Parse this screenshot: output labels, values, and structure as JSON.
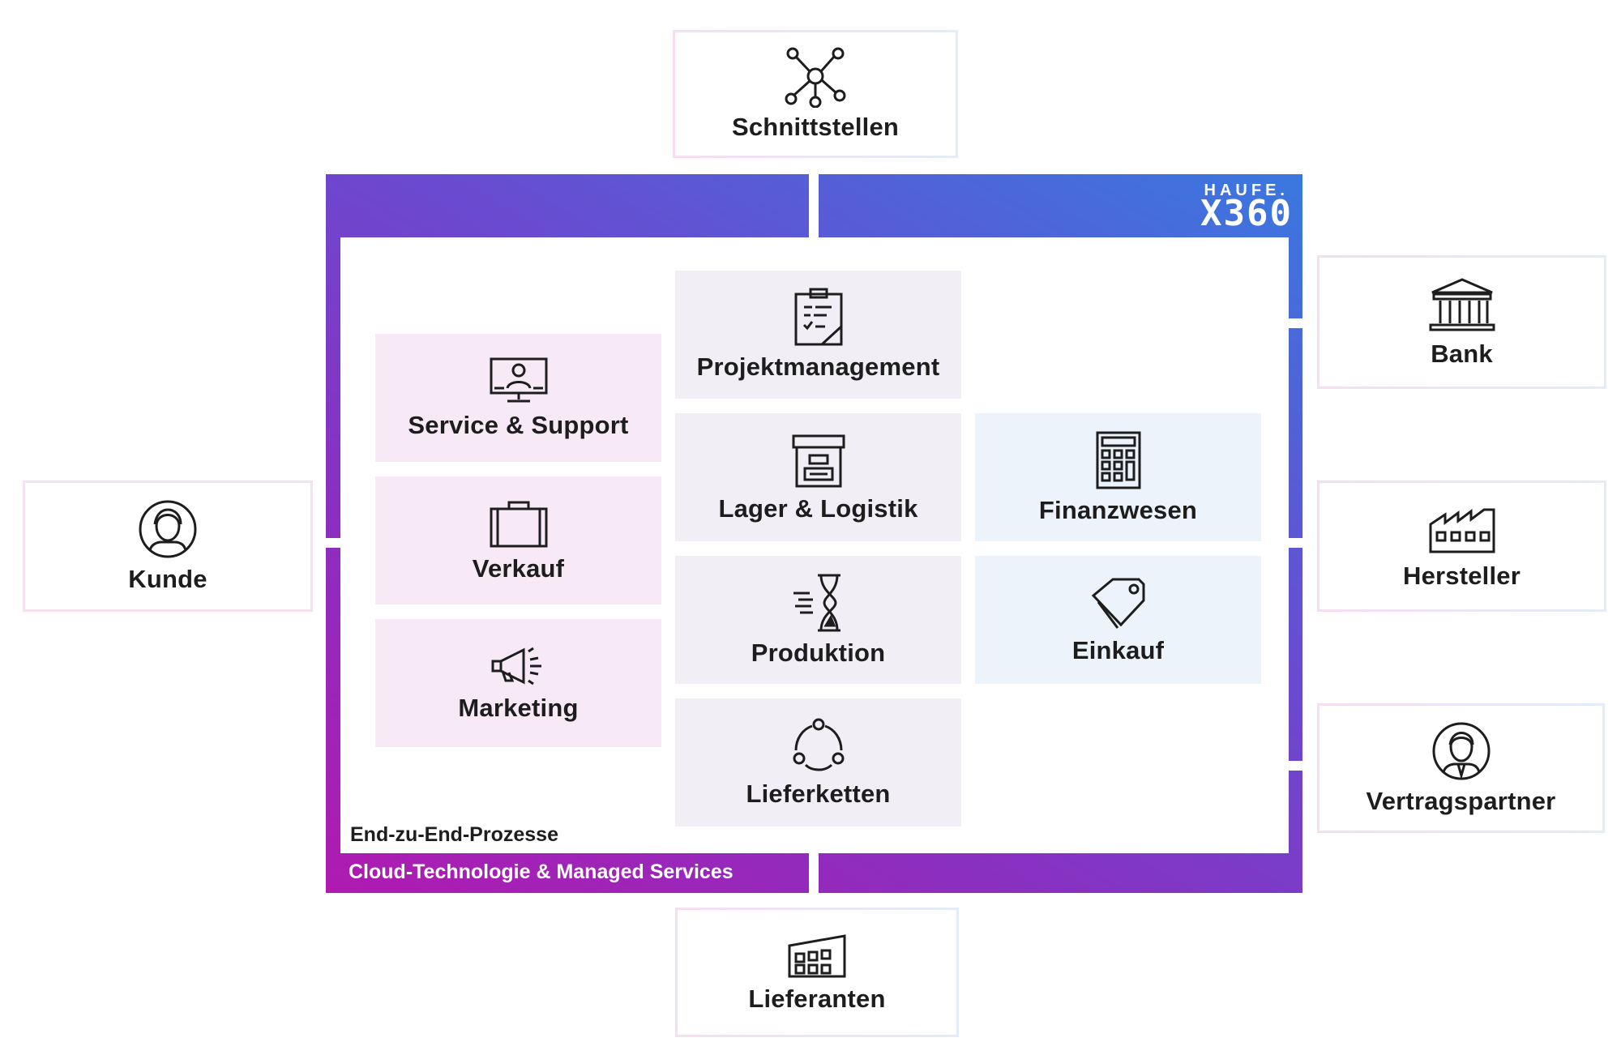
{
  "brand": {
    "top": "HAUFE.",
    "main": "X360",
    "color": "#ffffff"
  },
  "colors": {
    "gradient_start": "#b01ab0",
    "gradient_end": "#3a78e0",
    "pink_tile": "#f7eaf6",
    "gray_tile": "#f1eff5",
    "blue_tile": "#edf3fa"
  },
  "inner_caption": "End-zu-End-Prozesse",
  "frame_caption": "Cloud-Technologie & Managed Services",
  "partners": {
    "schnittstellen": {
      "label": "Schnittstellen",
      "icon": "network-icon"
    },
    "bank": {
      "label": "Bank",
      "icon": "bank-icon"
    },
    "kunde": {
      "label": "Kunde",
      "icon": "person-icon"
    },
    "hersteller": {
      "label": "Hersteller",
      "icon": "factory-icon"
    },
    "vertragspartner": {
      "label": "Vertragspartner",
      "icon": "businessman-icon"
    },
    "lieferanten": {
      "label": "Lieferanten",
      "icon": "building-icon"
    }
  },
  "modules": {
    "service": {
      "label": "Service & Support",
      "icon": "monitor-support-icon"
    },
    "verkauf": {
      "label": "Verkauf",
      "icon": "briefcase-icon"
    },
    "marketing": {
      "label": "Marketing",
      "icon": "megaphone-icon"
    },
    "projekt": {
      "label": "Projektmanagement",
      "icon": "clipboard-icon"
    },
    "lager": {
      "label": "Lager & Logistik",
      "icon": "storage-box-icon"
    },
    "produktion": {
      "label": "Produktion",
      "icon": "hourglass-icon"
    },
    "lieferketten": {
      "label": "Lieferketten",
      "icon": "cycle-icon"
    },
    "finanz": {
      "label": "Finanzwesen",
      "icon": "calculator-icon"
    },
    "einkauf": {
      "label": "Einkauf",
      "icon": "price-tag-icon"
    }
  }
}
